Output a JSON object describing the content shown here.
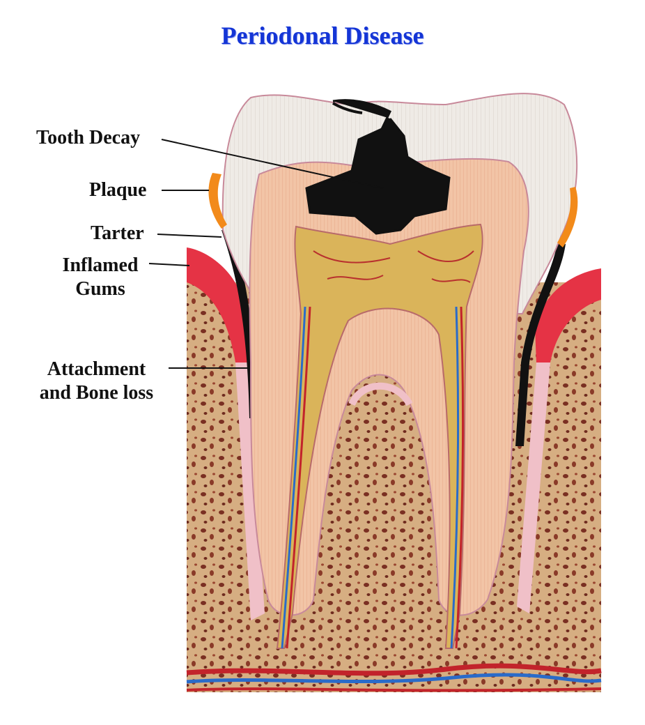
{
  "title": "Periodonal Disease",
  "labels": {
    "tooth_decay": "Tooth Decay",
    "plaque": "Plaque",
    "tarter": "Tarter",
    "inflamed_gums_line1": "Inflamed",
    "inflamed_gums_line2": "Gums",
    "attachment_line1": "Attachment",
    "attachment_line2": "and Bone loss"
  },
  "colors": {
    "title": "#1435d6",
    "bone": "#d3ab7e",
    "gum": "#e03040",
    "enamel": "#ece8e2",
    "dentin": "#f0bea0",
    "pulp": "#dab45a",
    "decay": "#111111",
    "plaque": "#f28a1a"
  }
}
